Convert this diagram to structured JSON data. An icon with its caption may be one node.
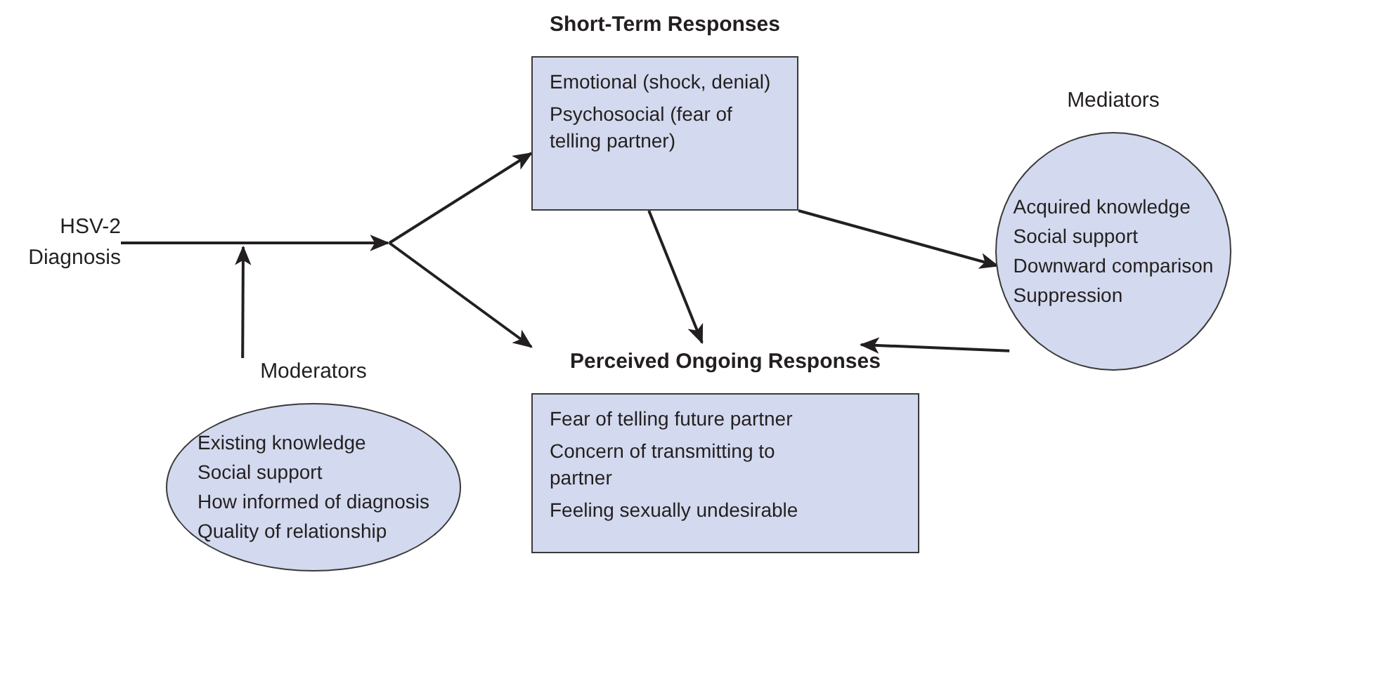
{
  "diagram": {
    "nodes": [
      {
        "text": [
          "HSV-2 Diagnosis"
        ]
      },
      {
        "text": [
          "Moderators",
          "Existing knowledge",
          "Social support",
          "How informed of diagnosis",
          "Quality of relationship"
        ]
      },
      {
        "text": [
          "Short-Term Responses",
          "Emotional (shock, denial)",
          "Psychosocial (fear of telling partner)"
        ]
      },
      {
        "text": [
          "Mediators",
          "Acquired knowledge",
          "Social support",
          "Downward comparison",
          "Suppression"
        ]
      },
      {
        "text": [
          "Perceived Ongoing Responses",
          "Fear of telling future partner",
          "Concern of transmitting to partner",
          "Feeling sexually undesirable"
        ]
      }
    ],
    "edges": [
      {
        "from": 0,
        "to": 2,
        "arrow": "to"
      },
      {
        "from": 0,
        "to": 4,
        "arrow": "to"
      },
      {
        "from": 1,
        "to": null,
        "arrow": "to"
      },
      {
        "from": 2,
        "to": 4,
        "arrow": "to"
      },
      {
        "from": 2,
        "to": 3,
        "arrow": "to"
      },
      {
        "from": 3,
        "to": 4,
        "arrow": "to"
      }
    ]
  }
}
